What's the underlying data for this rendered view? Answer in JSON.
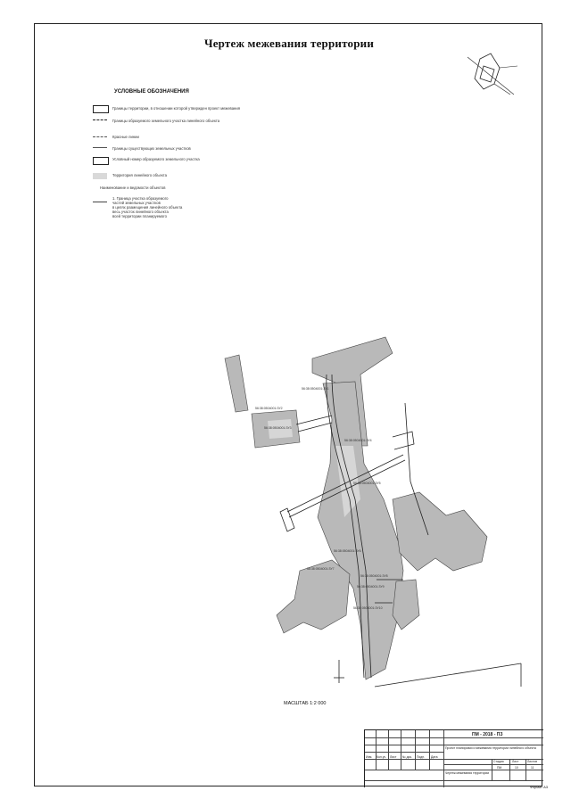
{
  "drawing": {
    "title": "Чертеж межевания территории",
    "scale_label": "МАСШТАБ 1:2 000"
  },
  "legend": {
    "heading": "УСЛОВНЫЕ ОБОЗНАЧЕНИЯ",
    "items": [
      "Границы территории, в отношении которой утвержден проект межевания",
      "Границы образуемого земельного участка линейного объекта",
      "Красные линии",
      "Границы существующих земельных участков",
      "Условный номер образуемого земельного участка",
      "Территория линейного объекта"
    ],
    "note_heading": "Наименование и ведомости объектов",
    "note_lines": [
      "1. Граница участка образуемого",
      "частей земельных участков",
      "в целях размещения линейного объекта",
      "весь участок линейного объекта",
      "всей территории планируемого"
    ]
  },
  "map_labels": [
    "56:38:0504001:ЗУ1",
    "56:38:0504001:ЗУ2",
    "56:38:0504001:ЗУ3",
    "56:38:0504001:ЗУ4",
    "56:38:0504001:ЗУ5",
    "56:38:0504001:ЗУ6",
    "56:38:0504001:ЗУ7",
    "56:38:0504001:ЗУ8",
    "56:38:0504001:ЗУ9",
    "56:38:0504001:ЗУ10"
  ],
  "stamp": {
    "code": "ПМ - 2018 - ПЗ",
    "description": "Проект планировки и межевания территории линейного объекта",
    "sheet_name": "Чертеж межевания территории",
    "stage_label": "Стадия",
    "sheet_label": "Лист",
    "sheets_label": "Листов",
    "stage": "ПМ",
    "sheet": "10",
    "sheets": "11",
    "format": "Формат А3",
    "cols": [
      "Изм.",
      "Кол.уч.",
      "Лист",
      "№ док.",
      "Подп.",
      "Дата"
    ]
  },
  "colors": {
    "territory_fill": "#b9b9b9",
    "line": "#222222"
  }
}
